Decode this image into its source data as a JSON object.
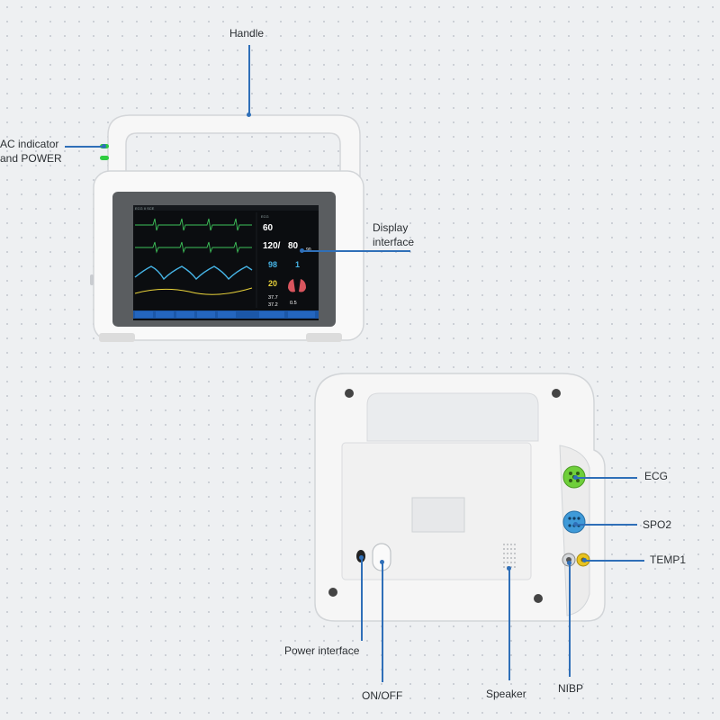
{
  "callouts": {
    "handle": "Handle",
    "ac_power_line1": "AC indicator",
    "ac_power_line2": "and POWER",
    "display_line1": "Display",
    "display_line2": "interface",
    "ecg": "ECG",
    "spo2": "SPO2",
    "temp1": "TEMP1",
    "power_interface": "Power interface",
    "on_off": "ON/OFF",
    "speaker": "Speaker",
    "nibp": "NIBP"
  },
  "screen": {
    "hr_label": "ECG",
    "hr_value": "60",
    "nibp_value": "120/",
    "nibp_dia": "80",
    "nibp_map": "90",
    "spo2_value": "98",
    "pr_value": "1",
    "resp_value": "20",
    "temp_t1": "37.7",
    "temp_t2": "37.2",
    "temp_td": "0.5"
  },
  "colors": {
    "accent": "#2f6fb8",
    "ecg_wave": "#3ec25a",
    "spo2_wave": "#46b4e6",
    "resp_wave": "#e8d23a",
    "indicator": "#2ecc40",
    "port_ecg": "#6fcf3a",
    "port_spo2": "#3f9ad8",
    "port_temp": "#e8c31f"
  }
}
